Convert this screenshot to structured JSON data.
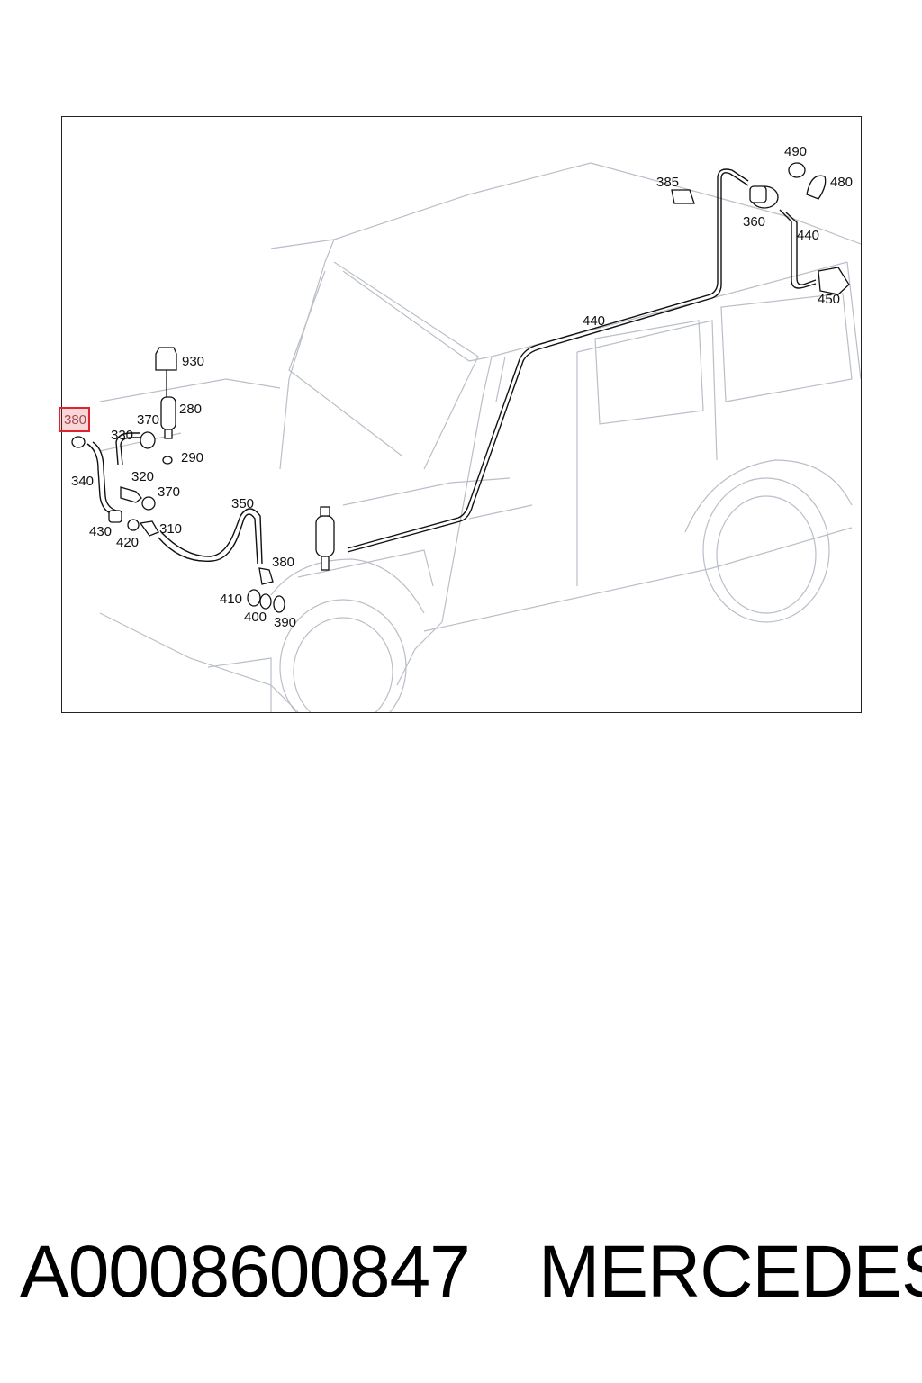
{
  "diagram": {
    "labels": {
      "p930": "930",
      "p280": "280",
      "p370a": "370",
      "p330": "330",
      "p290": "290",
      "p340": "340",
      "p320": "320",
      "p370b": "370",
      "p430": "430",
      "p420": "420",
      "p310": "310",
      "p350": "350",
      "p380b": "380",
      "p410": "410",
      "p400": "400",
      "p390": "390",
      "p440a": "440",
      "p385": "385",
      "p490": "490",
      "p480": "480",
      "p360": "360",
      "p440b": "440",
      "p450": "450"
    },
    "highlighted_part": "380",
    "highlight_color": "#e0242f"
  },
  "footer": {
    "part_number": "A0008600847",
    "brand": "MERCEDES"
  }
}
